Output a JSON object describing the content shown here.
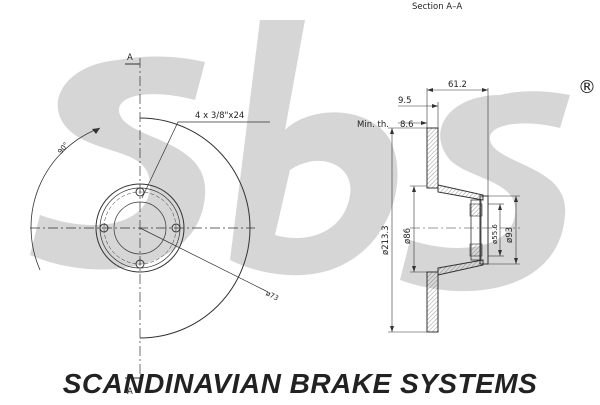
{
  "brand": {
    "logo_text": "sbs",
    "registered_mark": "®",
    "tagline": "SCANDINAVIAN BRAKE SYSTEMS",
    "watermark_color": "#c8c8c8"
  },
  "front_view": {
    "section_marker_top": "A",
    "section_marker_bottom": "A",
    "angle_label": "90°",
    "bolt_pattern_label": "4 x 3/8\"x24",
    "pitch_circle_label": "ø73"
  },
  "section_view": {
    "title": "Section A–A",
    "dim_overall_height": "61.2",
    "dim_hat_thickness": "9.5",
    "min_thickness_label": "Min. th.",
    "min_thickness_value": "8.6",
    "dia_outer": "ø213.3",
    "dia_hat": "ø86",
    "dia_center_bore": "ø55.6",
    "dia_hub": "ø93"
  },
  "colors": {
    "line": "#333333",
    "watermark": "#c8c8c8",
    "hatch": "#555555"
  }
}
